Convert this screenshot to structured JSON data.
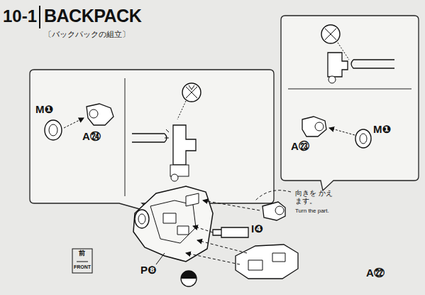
{
  "diagram": {
    "title": "BACKPACK",
    "labels": [
      "10-1",
      "〔バックパックの組立〕",
      "M❶",
      "A㉔",
      "A㉓",
      "M❶",
      "向きを かえます。",
      "Turn the part.",
      "I❹",
      "P❽",
      "A㉒",
      "前",
      "FRONT"
    ]
  }
}
